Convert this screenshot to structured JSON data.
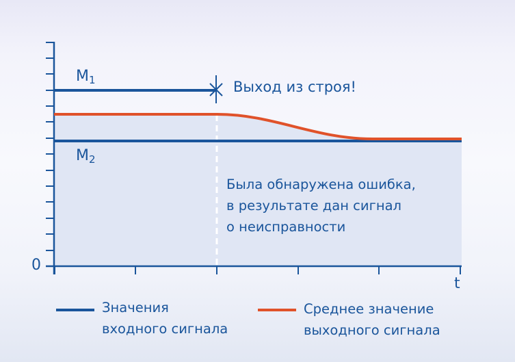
{
  "diagram": {
    "labels": {
      "m1": "M",
      "m1_sub": "1",
      "m2": "M",
      "m2_sub": "2",
      "failure": "Выход из строя!",
      "error_note_lines": [
        "Была обнаружена ошибка,",
        "в результате дан сигнал",
        "о неисправности"
      ],
      "y_origin": "0",
      "x_axis": "t"
    },
    "legend": [
      {
        "color": "#1a559b",
        "lines": [
          "Значения",
          "входного сигнала"
        ]
      },
      {
        "color": "#e0522a",
        "lines": [
          "Среднее значение",
          "выходного сигнала"
        ]
      }
    ],
    "colors": {
      "axis": "#1a559b",
      "input_signal": "#1a559b",
      "output_mean": "#e0522a",
      "shaded_area": "#e0e6f4",
      "text": "#1a559b",
      "event_marker": "#ffffff"
    }
  }
}
